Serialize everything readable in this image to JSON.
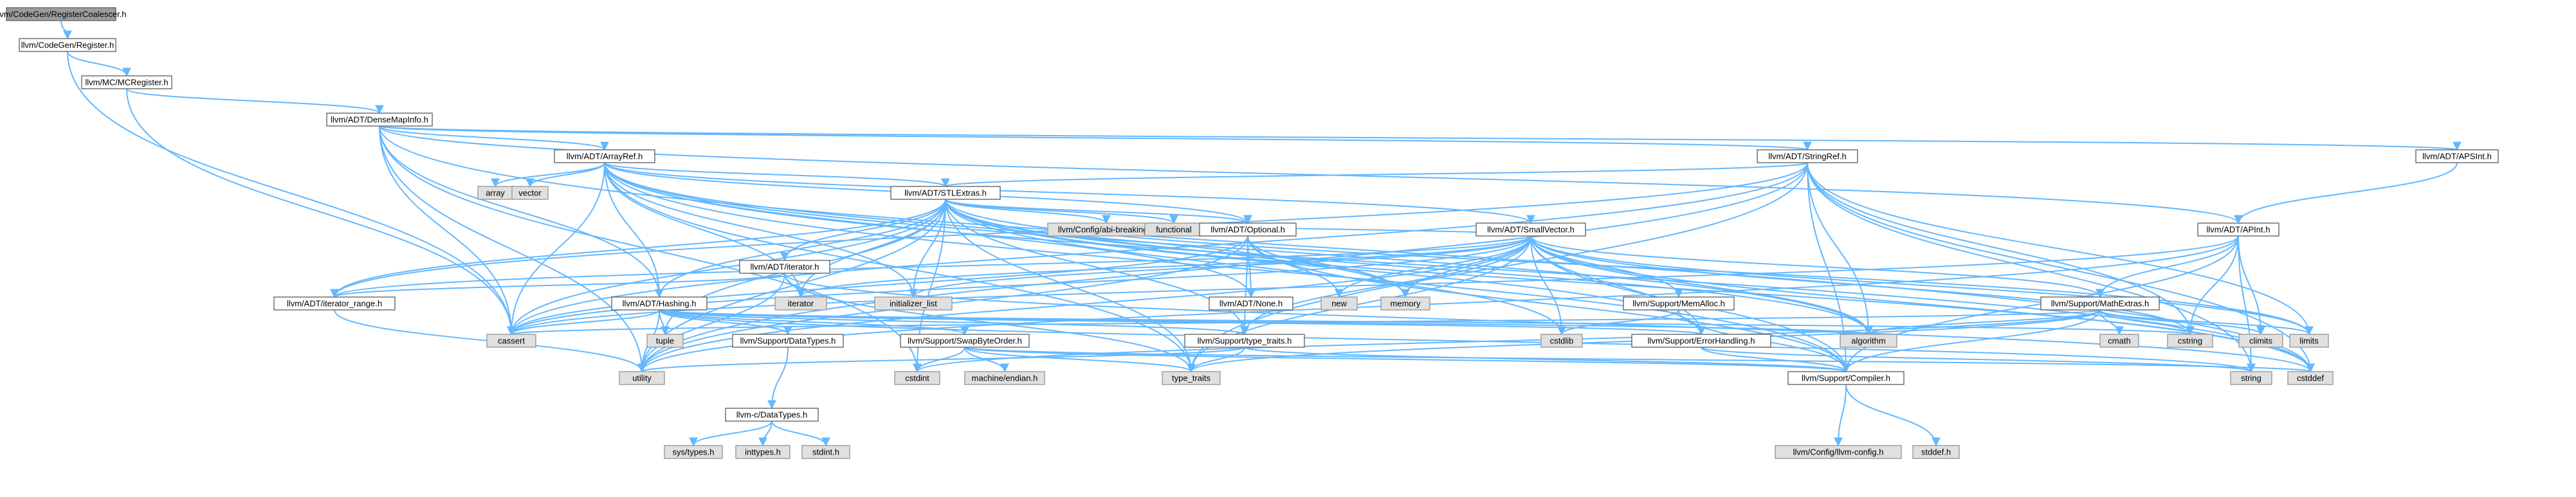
{
  "graph": {
    "edge_color": "#63b8ff",
    "nodes": [
      {
        "id": "root",
        "label": "llvm/CodeGen/RegisterCoalescer.h",
        "style": "root"
      },
      {
        "id": "reg",
        "label": "llvm/CodeGen/Register.h",
        "style": "white"
      },
      {
        "id": "mcreg",
        "label": "llvm/MC/MCRegister.h",
        "style": "white"
      },
      {
        "id": "dmi",
        "label": "llvm/ADT/DenseMapInfo.h",
        "style": "white"
      },
      {
        "id": "arrayref",
        "label": "llvm/ADT/ArrayRef.h",
        "style": "white"
      },
      {
        "id": "stringref",
        "label": "llvm/ADT/StringRef.h",
        "style": "white"
      },
      {
        "id": "apsint",
        "label": "llvm/ADT/APSInt.h",
        "style": "white"
      },
      {
        "id": "array",
        "label": "array",
        "style": "gray"
      },
      {
        "id": "vector",
        "label": "vector",
        "style": "gray"
      },
      {
        "id": "stlextras",
        "label": "llvm/ADT/STLExtras.h",
        "style": "white"
      },
      {
        "id": "configabi",
        "label": "llvm/Config/abi-breaking.h",
        "style": "gray"
      },
      {
        "id": "functional",
        "label": "functional",
        "style": "gray"
      },
      {
        "id": "optional",
        "label": "llvm/ADT/Optional.h",
        "style": "white"
      },
      {
        "id": "smallvector",
        "label": "llvm/ADT/SmallVector.h",
        "style": "white"
      },
      {
        "id": "apint",
        "label": "llvm/ADT/APInt.h",
        "style": "white"
      },
      {
        "id": "iterator_h",
        "label": "llvm/ADT/iterator.h",
        "style": "white"
      },
      {
        "id": "iterrange",
        "label": "llvm/ADT/iterator_range.h",
        "style": "white"
      },
      {
        "id": "hashing",
        "label": "llvm/ADT/Hashing.h",
        "style": "white"
      },
      {
        "id": "iterator",
        "label": "iterator",
        "style": "gray"
      },
      {
        "id": "initlist",
        "label": "initializer_list",
        "style": "gray"
      },
      {
        "id": "none",
        "label": "llvm/ADT/None.h",
        "style": "white"
      },
      {
        "id": "new",
        "label": "new",
        "style": "gray"
      },
      {
        "id": "memory",
        "label": "memory",
        "style": "gray"
      },
      {
        "id": "memalloc",
        "label": "llvm/Support/MemAlloc.h",
        "style": "white"
      },
      {
        "id": "mathextras",
        "label": "llvm/Support/MathExtras.h",
        "style": "white"
      },
      {
        "id": "cassert",
        "label": "cassert",
        "style": "gray"
      },
      {
        "id": "tuple",
        "label": "tuple",
        "style": "gray"
      },
      {
        "id": "datatypes",
        "label": "llvm/Support/DataTypes.h",
        "style": "white"
      },
      {
        "id": "swap",
        "label": "llvm/Support/SwapByteOrder.h",
        "style": "white"
      },
      {
        "id": "typetraits_h",
        "label": "llvm/Support/type_traits.h",
        "style": "white"
      },
      {
        "id": "cstdlib",
        "label": "cstdlib",
        "style": "gray"
      },
      {
        "id": "errorh",
        "label": "llvm/Support/ErrorHandling.h",
        "style": "white"
      },
      {
        "id": "algorithm",
        "label": "algorithm",
        "style": "gray"
      },
      {
        "id": "cmath",
        "label": "cmath",
        "style": "gray"
      },
      {
        "id": "cstring",
        "label": "cstring",
        "style": "gray"
      },
      {
        "id": "climits",
        "label": "climits",
        "style": "gray"
      },
      {
        "id": "limits",
        "label": "limits",
        "style": "gray"
      },
      {
        "id": "utility",
        "label": "utility",
        "style": "gray"
      },
      {
        "id": "cstdint",
        "label": "cstdint",
        "style": "gray"
      },
      {
        "id": "machendian",
        "label": "machine/endian.h",
        "style": "gray"
      },
      {
        "id": "typetraits",
        "label": "type_traits",
        "style": "gray"
      },
      {
        "id": "compiler",
        "label": "llvm/Support/Compiler.h",
        "style": "white"
      },
      {
        "id": "string",
        "label": "string",
        "style": "gray"
      },
      {
        "id": "cstddef",
        "label": "cstddef",
        "style": "gray"
      },
      {
        "id": "cdatatypes",
        "label": "llvm-c/DataTypes.h",
        "style": "white"
      },
      {
        "id": "systypes",
        "label": "sys/types.h",
        "style": "gray"
      },
      {
        "id": "inttypes",
        "label": "inttypes.h",
        "style": "gray"
      },
      {
        "id": "stdint",
        "label": "stdint.h",
        "style": "gray"
      },
      {
        "id": "llvmconfig",
        "label": "llvm/Config/llvm-config.h",
        "style": "gray"
      },
      {
        "id": "stddef",
        "label": "stddef.h",
        "style": "gray"
      }
    ],
    "edges": [
      [
        "root",
        "reg"
      ],
      [
        "reg",
        "mcreg"
      ],
      [
        "reg",
        "cassert"
      ],
      [
        "mcreg",
        "dmi"
      ],
      [
        "mcreg",
        "cassert"
      ],
      [
        "dmi",
        "arrayref"
      ],
      [
        "dmi",
        "stringref"
      ],
      [
        "dmi",
        "apsint"
      ],
      [
        "dmi",
        "apint"
      ],
      [
        "dmi",
        "hashing"
      ],
      [
        "dmi",
        "cassert"
      ],
      [
        "dmi",
        "cstddef"
      ],
      [
        "dmi",
        "cstdint"
      ],
      [
        "dmi",
        "utility"
      ],
      [
        "apsint",
        "apint"
      ],
      [
        "arrayref",
        "array"
      ],
      [
        "arrayref",
        "vector"
      ],
      [
        "arrayref",
        "stlextras"
      ],
      [
        "arrayref",
        "smallvector"
      ],
      [
        "arrayref",
        "hashing"
      ],
      [
        "arrayref",
        "none"
      ],
      [
        "arrayref",
        "compiler"
      ],
      [
        "arrayref",
        "algorithm"
      ],
      [
        "arrayref",
        "cassert"
      ],
      [
        "arrayref",
        "cstddef"
      ],
      [
        "arrayref",
        "initlist"
      ],
      [
        "arrayref",
        "iterator"
      ],
      [
        "arrayref",
        "memory"
      ],
      [
        "arrayref",
        "typetraits"
      ],
      [
        "arrayref",
        "optional"
      ],
      [
        "stringref",
        "stlextras"
      ],
      [
        "stringref",
        "iterrange"
      ],
      [
        "stringref",
        "compiler"
      ],
      [
        "stringref",
        "algorithm"
      ],
      [
        "stringref",
        "cassert"
      ],
      [
        "stringref",
        "cstddef"
      ],
      [
        "stringref",
        "cstring"
      ],
      [
        "stringref",
        "limits"
      ],
      [
        "stringref",
        "string"
      ],
      [
        "stringref",
        "typetraits"
      ],
      [
        "stringref",
        "utility"
      ],
      [
        "stlextras",
        "configabi"
      ],
      [
        "stlextras",
        "functional"
      ],
      [
        "stlextras",
        "optional"
      ],
      [
        "stlextras",
        "iterator_h"
      ],
      [
        "stlextras",
        "iterrange"
      ],
      [
        "stlextras",
        "hashing"
      ],
      [
        "stlextras",
        "errorh"
      ],
      [
        "stlextras",
        "typetraits_h"
      ],
      [
        "stlextras",
        "algorithm"
      ],
      [
        "stlextras",
        "cassert"
      ],
      [
        "stlextras",
        "cstddef"
      ],
      [
        "stlextras",
        "cstdint"
      ],
      [
        "stlextras",
        "cstdlib"
      ],
      [
        "stlextras",
        "initlist"
      ],
      [
        "stlextras",
        "iterator"
      ],
      [
        "stlextras",
        "limits"
      ],
      [
        "stlextras",
        "memory"
      ],
      [
        "stlextras",
        "tuple"
      ],
      [
        "stlextras",
        "typetraits"
      ],
      [
        "stlextras",
        "utility"
      ],
      [
        "optional",
        "none"
      ],
      [
        "optional",
        "compiler"
      ],
      [
        "optional",
        "typetraits_h"
      ],
      [
        "optional",
        "cassert"
      ],
      [
        "optional",
        "new"
      ],
      [
        "optional",
        "utility"
      ],
      [
        "optional",
        "memory"
      ],
      [
        "iterator_h",
        "iterrange"
      ],
      [
        "iterator_h",
        "iterator"
      ],
      [
        "iterator_h",
        "cstddef"
      ],
      [
        "iterator_h",
        "typetraits"
      ],
      [
        "iterator_h",
        "utility"
      ],
      [
        "iterrange",
        "utility"
      ],
      [
        "smallvector",
        "compiler"
      ],
      [
        "smallvector",
        "memalloc"
      ],
      [
        "smallvector",
        "typetraits_h"
      ],
      [
        "smallvector",
        "errorh"
      ],
      [
        "smallvector",
        "mathextras"
      ],
      [
        "smallvector",
        "algorithm"
      ],
      [
        "smallvector",
        "cassert"
      ],
      [
        "smallvector",
        "cstddef"
      ],
      [
        "smallvector",
        "cstdlib"
      ],
      [
        "smallvector",
        "cstring"
      ],
      [
        "smallvector",
        "functional"
      ],
      [
        "smallvector",
        "initlist"
      ],
      [
        "smallvector",
        "iterator"
      ],
      [
        "smallvector",
        "limits"
      ],
      [
        "smallvector",
        "memory"
      ],
      [
        "smallvector",
        "new"
      ],
      [
        "smallvector",
        "typetraits"
      ],
      [
        "smallvector",
        "utility"
      ],
      [
        "smallvector",
        "iterrange"
      ],
      [
        "memalloc",
        "compiler"
      ],
      [
        "memalloc",
        "errorh"
      ],
      [
        "memalloc",
        "cstdlib"
      ],
      [
        "apint",
        "compiler"
      ],
      [
        "apint",
        "mathextras"
      ],
      [
        "apint",
        "cassert"
      ],
      [
        "apint",
        "climits"
      ],
      [
        "apint",
        "cstring"
      ],
      [
        "apint",
        "utility"
      ],
      [
        "apint",
        "string"
      ],
      [
        "mathextras",
        "compiler"
      ],
      [
        "mathextras",
        "algorithm"
      ],
      [
        "mathextras",
        "cassert"
      ],
      [
        "mathextras",
        "climits"
      ],
      [
        "mathextras",
        "cmath"
      ],
      [
        "mathextras",
        "cstdint"
      ],
      [
        "mathextras",
        "cstring"
      ],
      [
        "mathextras",
        "limits"
      ],
      [
        "mathextras",
        "typetraits"
      ],
      [
        "hashing",
        "errorh"
      ],
      [
        "hashing",
        "datatypes"
      ],
      [
        "hashing",
        "swap"
      ],
      [
        "hashing",
        "typetraits_h"
      ],
      [
        "hashing",
        "algorithm"
      ],
      [
        "hashing",
        "cassert"
      ],
      [
        "hashing",
        "cstring"
      ],
      [
        "hashing",
        "string"
      ],
      [
        "hashing",
        "tuple"
      ],
      [
        "hashing",
        "utility"
      ],
      [
        "datatypes",
        "cdatatypes"
      ],
      [
        "cdatatypes",
        "systypes"
      ],
      [
        "cdatatypes",
        "inttypes"
      ],
      [
        "cdatatypes",
        "stdint"
      ],
      [
        "swap",
        "compiler"
      ],
      [
        "swap",
        "cstddef"
      ],
      [
        "swap",
        "cstdint"
      ],
      [
        "swap",
        "typetraits"
      ],
      [
        "swap",
        "machendian"
      ],
      [
        "typetraits_h",
        "compiler"
      ],
      [
        "typetraits_h",
        "typetraits"
      ],
      [
        "typetraits_h",
        "utility"
      ],
      [
        "errorh",
        "compiler"
      ],
      [
        "errorh",
        "string"
      ],
      [
        "compiler",
        "llvmconfig"
      ],
      [
        "compiler",
        "stddef"
      ]
    ]
  }
}
